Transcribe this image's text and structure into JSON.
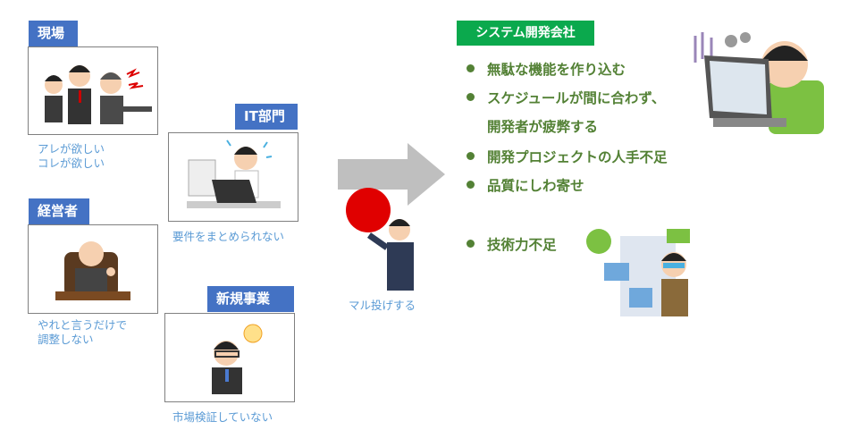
{
  "left_groups": [
    {
      "label": "現場",
      "caption": [
        "アレが欲しい",
        "コレが欲しい"
      ]
    },
    {
      "label": "IT部門",
      "caption": [
        "要件をまとめられない"
      ]
    },
    {
      "label": "経営者",
      "caption": [
        "やれと言うだけで",
        "調整しない"
      ]
    },
    {
      "label": "新規事業",
      "caption": [
        "市場検証していない"
      ]
    }
  ],
  "middle": {
    "caption": "マル投げする"
  },
  "right": {
    "label": "システム開発会社",
    "bullets": [
      "無駄な機能を作り込む",
      "スケジュールが間に合わず、",
      "開発プロジェクトの人手不足",
      "品質にしわ寄せ",
      "技術力不足"
    ],
    "bullet_continuation": "開発者が疲弊する"
  },
  "colors": {
    "blue_tag": "#4472C4",
    "caption": "#5B9BD5",
    "green_tag": "#0BA94D",
    "bullet_text": "#538135",
    "arrow": "#BFBFBF",
    "ball": "#E00000"
  }
}
